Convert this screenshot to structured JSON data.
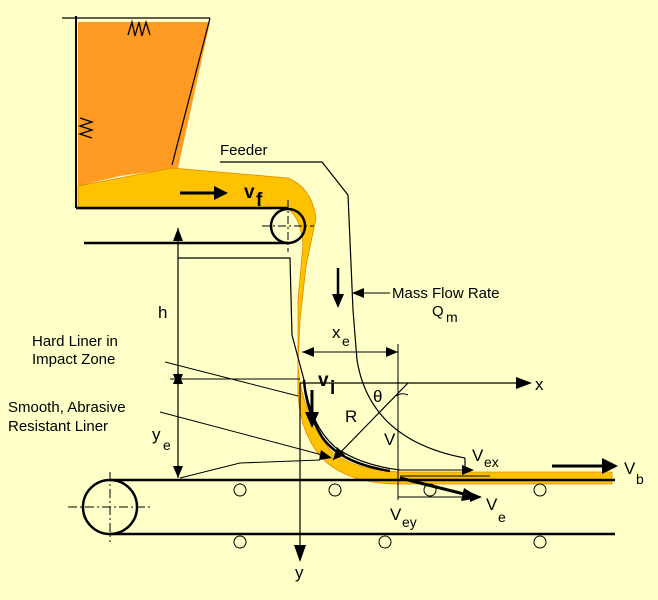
{
  "diagram": {
    "labels": {
      "feeder": "Feeder",
      "mass_flow_rate": "Mass Flow Rate",
      "q": "Q",
      "q_sub": "m",
      "hard_liner_1": "Hard Liner in",
      "hard_liner_2": "Impact Zone",
      "smooth_liner_1": "Smooth, Abrasive",
      "smooth_liner_2": "Resistant Liner",
      "h": "h",
      "y": "y",
      "y_sub": "e",
      "v": "v",
      "v_sub_f": "f",
      "v_sub_i": "i",
      "x": "x",
      "x_sub": "e",
      "x_axis": "x",
      "y_axis": "y",
      "theta": "θ",
      "R": "R",
      "V": "V",
      "V_cap": "V",
      "V_sub_ex": "ex",
      "V_sub_ey": "ey",
      "V_sub_e": "e",
      "V_sub_b": "b"
    },
    "colors": {
      "background": "#ffffc8",
      "hopper": "#ff9a22",
      "material": "#ffc200",
      "material_edge": "#e08a00",
      "line": "#000000"
    }
  }
}
